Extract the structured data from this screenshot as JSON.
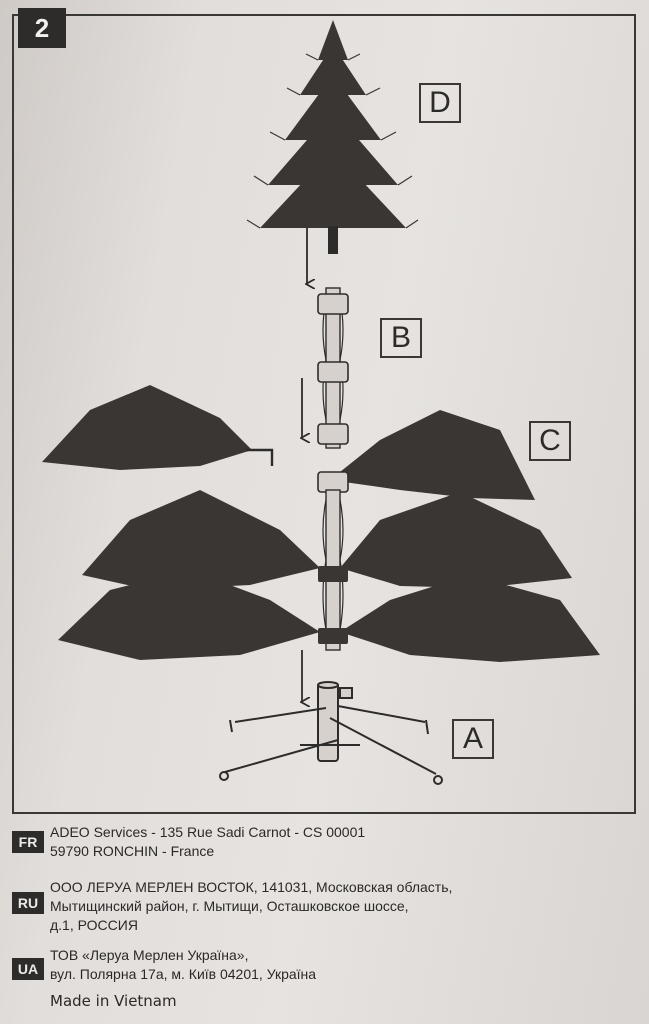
{
  "step": "2",
  "labels": {
    "d": "D",
    "b": "B",
    "c": "C",
    "a": "A"
  },
  "addresses": [
    {
      "country": "FR",
      "lines": [
        "ADEO Services - 135 Rue Sadi Carnot - CS 00001",
        "59790 RONCHIN - France"
      ]
    },
    {
      "country": "RU",
      "lines": [
        "ООО ЛЕРУА МЕРЛЕН ВОСТОК,  141031, Московская область,",
        "Мытищинский район, г. Мытищи, Осташковское шоссе,",
        "д.1, РОССИЯ"
      ]
    },
    {
      "country": "UA",
      "lines": [
        "ТОВ «Леруа Мерлен Україна»,",
        "вул. Полярна 17а, м. Київ 04201, Україна"
      ]
    }
  ],
  "made_in": "Made in Vietnam",
  "colors": {
    "ink": "#2e2c2b",
    "paper": "#e2dedb"
  }
}
